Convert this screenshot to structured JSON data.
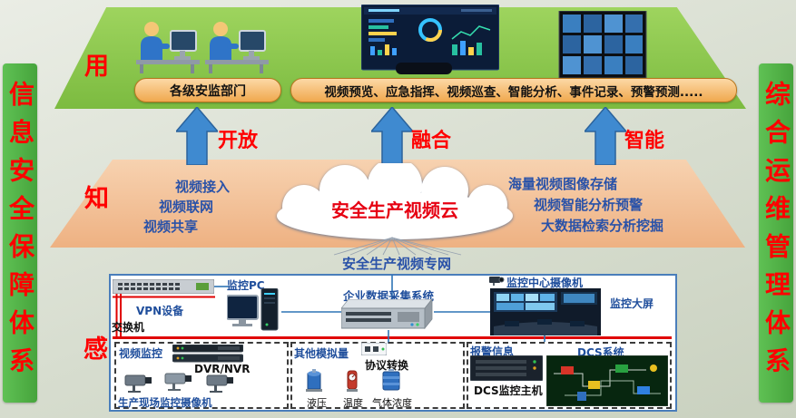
{
  "colors": {
    "banner_green": "#53b953",
    "layer_use_green": "#8cc63f",
    "layer_know_orange": "#f2c29e",
    "arrow_blue": "#3f8ad0",
    "accent_red": "#ff0000",
    "label_blue": "#1f4e9c",
    "cloud_text_red": "#e60012",
    "line_red": "#e00000",
    "line_blue": "#2e75b6"
  },
  "banners": {
    "left": "信息安全保障体系",
    "right": "综合运维管理体系"
  },
  "use_layer": {
    "tag": "用",
    "dept_box": "各级安监部门",
    "functions_box": "视频预览、应急指挥、视频巡查、智能分析、事件记录、预警预测....."
  },
  "arrows": {
    "open": "开放",
    "fuse": "融合",
    "smart": "智能"
  },
  "know_layer": {
    "tag": "知",
    "cloud_title": "安全生产视频云",
    "left_items": [
      "视频接入",
      "视频联网",
      "视频共享"
    ],
    "right_items": [
      "海量视频图像存储",
      "视频智能分析预警",
      "大数据检索分析挖掘"
    ]
  },
  "sense_layer": {
    "tag": "感",
    "network_label": "安全生产视频专网",
    "switch_label": "交换机",
    "vpn_label": "VPN设备",
    "pc_label": "监控PC",
    "daq_label": "企业数据采集系统",
    "center_camera_label": "监控中心摄像机",
    "big_screen_label": "监控大屏",
    "video_box": {
      "title": "视频监控",
      "dvr_label": "DVR/NVR",
      "cameras_label": "生产现场监控摄像机"
    },
    "analog_box": {
      "title": "其他模拟量",
      "protocol_label": "协议转换",
      "sensors": [
        "液压",
        "温度",
        "气体浓度"
      ]
    },
    "alarm_box": {
      "title": "报警信息",
      "dcs_label": "DCS系统",
      "dcs_host_label": "DCS监控主机"
    }
  }
}
